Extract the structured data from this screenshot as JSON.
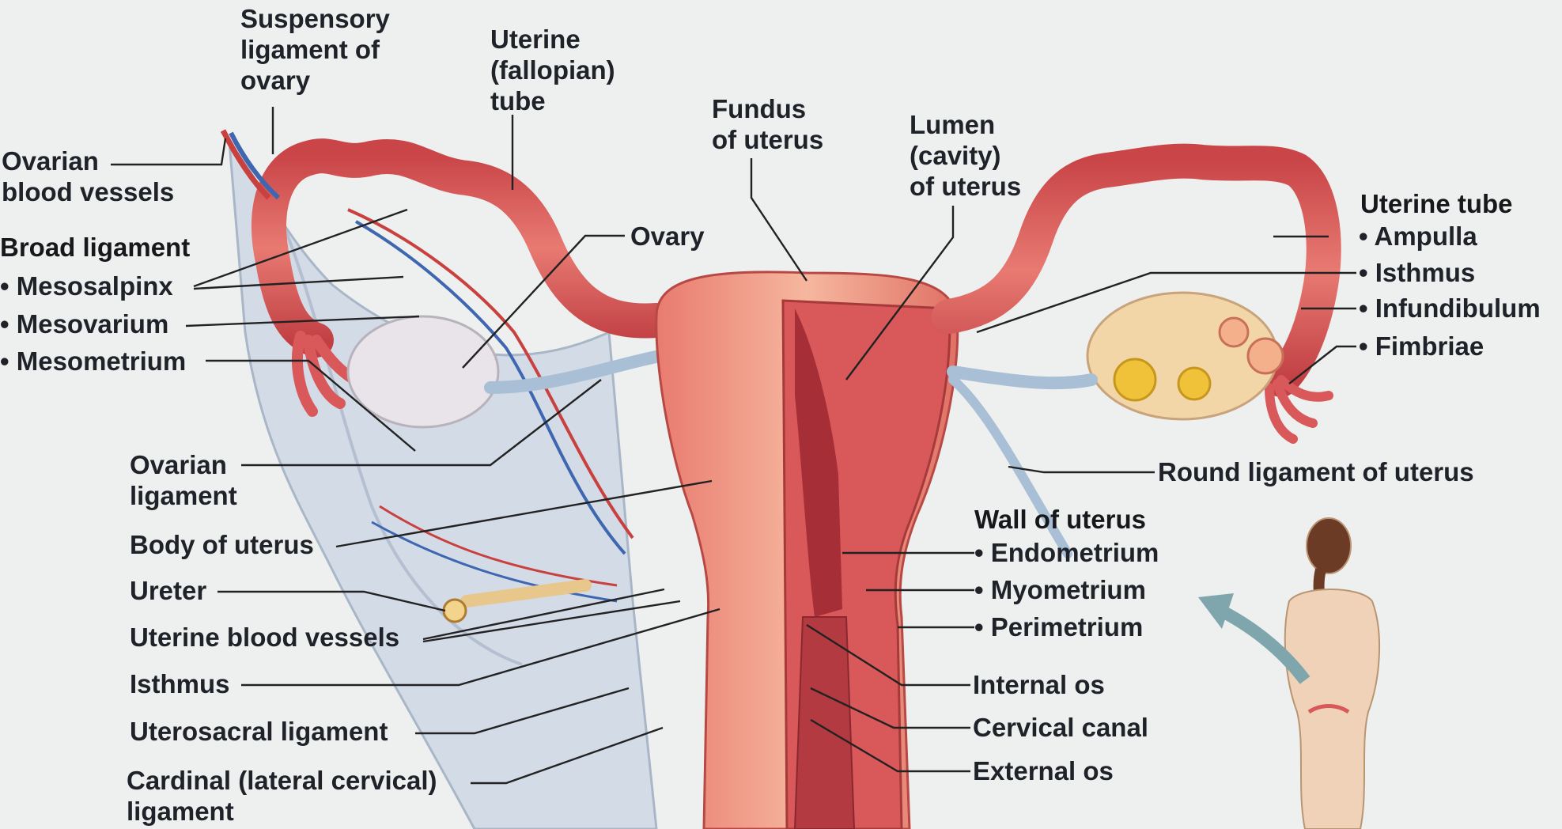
{
  "labels": {
    "suspensory_ligament": "Suspensory\nligament of\novary",
    "uterine_tube_top": "Uterine\n(fallopian)\ntube",
    "fundus": "Fundus\nof uterus",
    "lumen": "Lumen\n(cavity)\nof uterus",
    "ovarian_blood_vessels": "Ovarian\nblood vessels",
    "ovary": "Ovary",
    "broad_ligament_heading": "Broad ligament",
    "mesosalpinx": "• Mesosalpinx",
    "mesovarium": "• Mesovarium",
    "mesometrium": "• Mesometrium",
    "ovarian_ligament": "Ovarian\nligament",
    "body_of_uterus": "Body of uterus",
    "ureter": "Ureter",
    "uterine_blood_vessels": "Uterine blood vessels",
    "isthmus_left": "Isthmus",
    "uterosacral_ligament": "Uterosacral ligament",
    "cardinal_ligament": "Cardinal (lateral cervical)\nligament",
    "uterine_tube_heading": "Uterine tube",
    "ampulla": "• Ampulla",
    "isthmus_right": "• Isthmus",
    "infundibulum": "• Infundibulum",
    "fimbriae": "• Fimbriae",
    "round_ligament": "Round ligament of uterus",
    "wall_heading": "Wall of uterus",
    "endometrium": "• Endometrium",
    "myometrium": "• Myometrium",
    "perimetrium": "• Perimetrium",
    "internal_os": "Internal os",
    "cervical_canal": "Cervical canal",
    "external_os": "External os"
  },
  "colors": {
    "background": "#eef0ef",
    "muscle": "#d9585a",
    "muscle_light": "#f0a18f",
    "ligament": "#c9d3e2",
    "vessel_red": "#c9413f",
    "vessel_blue": "#3f66b0",
    "ovary": "#e9e4e9",
    "follicle": "#f0c23a",
    "skin": "#efd2b8",
    "leader": "#222222"
  }
}
